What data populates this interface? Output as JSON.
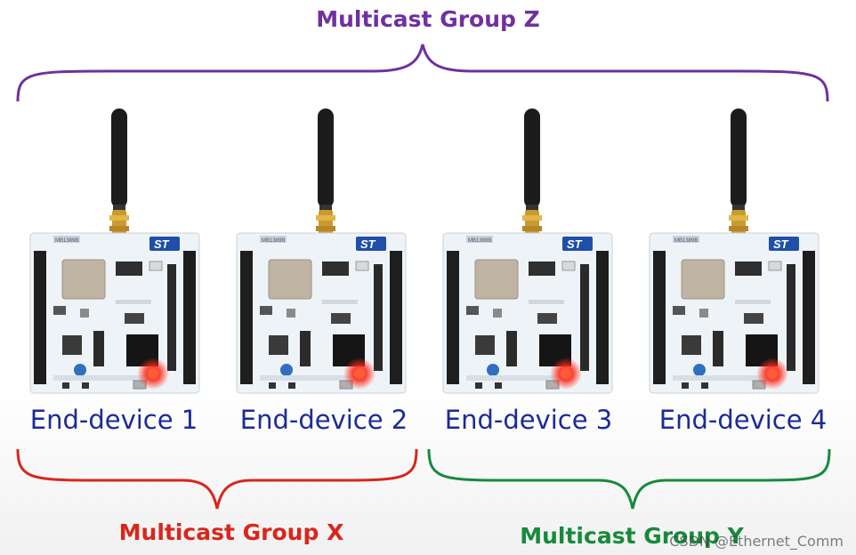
{
  "groups": {
    "z": {
      "label": "Multicast Group Z",
      "color": "#7030a0"
    },
    "x": {
      "label": "Multicast Group X",
      "color": "#d9261c"
    },
    "y": {
      "label": "Multicast Group Y",
      "color": "#178a3c"
    }
  },
  "devices": [
    {
      "label": "End-device 1"
    },
    {
      "label": "End-device 2"
    },
    {
      "label": "End-device 3"
    },
    {
      "label": "End-device 4"
    }
  ],
  "board": {
    "brand_logo": "ST",
    "model_text": "MB1389B",
    "led_color": "#ff2a1a",
    "antenna_color": "#1c1c1c",
    "connector_color": "#c99a2e",
    "pcb_color": "#eef3f7",
    "header_color": "#1e1e1e"
  },
  "watermark": "CSDN @Ethernet_Comm"
}
